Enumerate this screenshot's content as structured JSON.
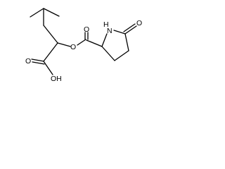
{
  "molecule": {
    "atom_labels": {
      "carbonyl_o_ester": "O",
      "ester_o": "O",
      "ring_n": "N",
      "ring_h": "H",
      "lactam_o": "O",
      "carboxyl_o": "O",
      "hydroxyl": "OH"
    }
  }
}
